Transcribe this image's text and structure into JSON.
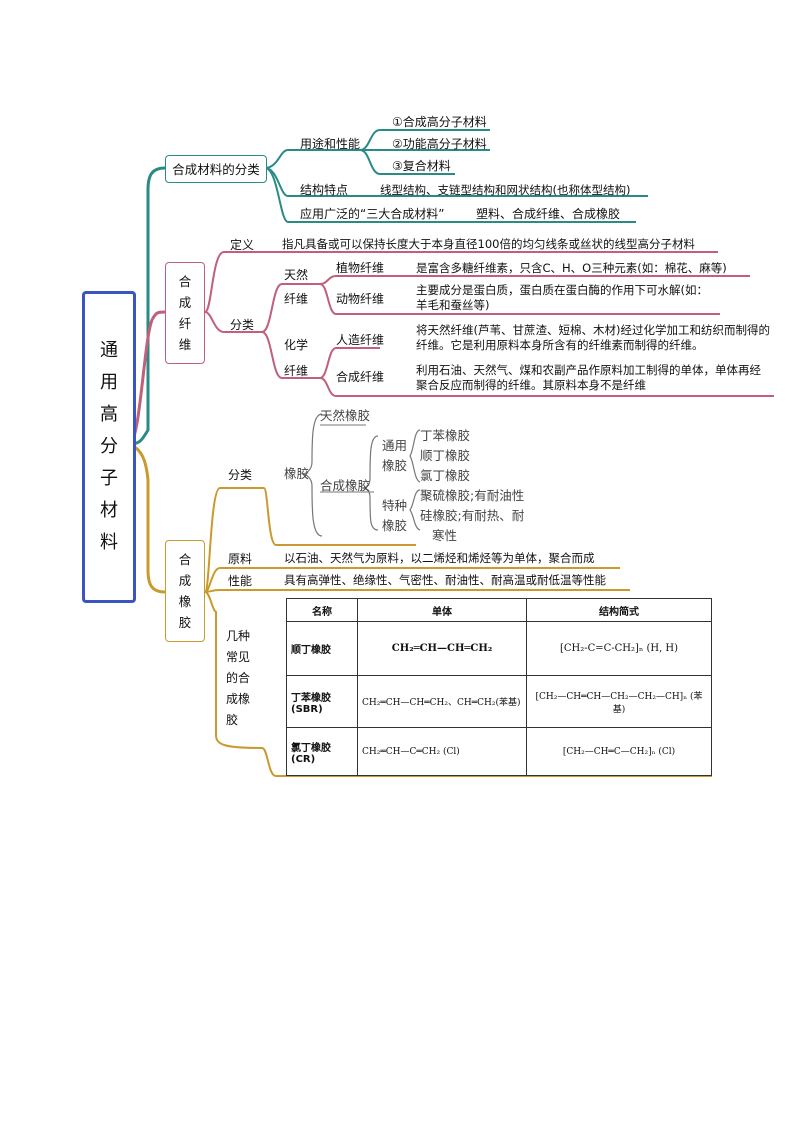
{
  "root": {
    "title_chars": [
      "通",
      "用",
      "高",
      "分",
      "子",
      "材",
      "料"
    ]
  },
  "colors": {
    "teal": "#2a8a85",
    "pink": "#c0607a",
    "gold": "#c99a2e",
    "root_border": "#3a55c0"
  },
  "synthetic_classification": {
    "label": "合成材料的分类",
    "usage_label": "用途和性能",
    "usage_items": [
      "①合成高分子材料",
      "②功能高分子材料",
      "③复合材料"
    ],
    "structure_label": "结构特点",
    "structure_text": "线型结构、支链型结构和网状结构(也称体型结构)",
    "widely_label": "应用广泛的“三大合成材料”",
    "widely_text": "塑料、合成纤维、合成橡胶"
  },
  "fiber": {
    "label_chars": [
      "合",
      "成",
      "纤",
      "维"
    ],
    "definition_label": "定义",
    "definition_text": "指凡具备或可以保持长度大于本身直径100倍的均匀线条或丝状的线型高分子材料",
    "classification_label": "分类",
    "natural_label_1": "天然",
    "natural_label_2": "纤维",
    "plant_label": "植物纤维",
    "plant_text": "是富含多糖纤维素，只含C、H、O三种元素(如：棉花、麻等)",
    "animal_label": "动物纤维",
    "animal_text": "主要成分是蛋白质，蛋白质在蛋白酶的作用下可水解(如：羊毛和蚕丝等)",
    "chemical_label_1": "化学",
    "chemical_label_2": "纤维",
    "artificial_label": "人造纤维",
    "artificial_text": "将天然纤维(芦苇、甘蔗渣、短棉、木材)经过化学加工和纺织而制得的纤维。它是利用原料本身所含有的纤维素而制得的纤维。",
    "synthetic_label": "合成纤维",
    "synthetic_text": "利用石油、天然气、煤和农副产品作原料加工制得的单体，单体再经聚合反应而制得的纤维。其原料本身不是纤维"
  },
  "rubber": {
    "label_chars": [
      "合",
      "成",
      "橡",
      "胶"
    ],
    "classification_label": "分类",
    "rubber_word": "橡胶",
    "natural_rubber": "天然橡胶",
    "synthetic_rubber": "合成橡胶",
    "general_label_1": "通用",
    "general_label_2": "橡胶",
    "general_items": [
      "丁苯橡胶",
      "顺丁橡胶",
      "氯丁橡胶"
    ],
    "special_label_1": "特种",
    "special_label_2": "橡胶",
    "special_items": [
      "聚硫橡胶;有耐油性",
      "硅橡胶;有耐热、耐",
      "寒性"
    ],
    "raw_label": "原料",
    "raw_text": "以石油、天然气为原料，以二烯烃和烯烃等为单体，聚合而成",
    "property_label": "性能",
    "property_text": "具有高弹性、绝缘性、气密性、耐油性、耐高温或耐低温等性能",
    "common_label_chars": [
      "几种",
      "常见",
      "的合",
      "成橡",
      "胶"
    ],
    "table_headers": [
      "名称",
      "单体",
      "结构简式"
    ],
    "table_rows": [
      {
        "name": "顺丁橡胶",
        "monomer": "CH₂═CH—CH═CH₂",
        "structure": "[CH₂-C=C-CH₂]ₙ (H, H)"
      },
      {
        "name": "丁苯橡胶(SBR)",
        "monomer": "CH₂═CH—CH═CH₂、CH═CH₂(苯基)",
        "structure": "[CH₂—CH═CH—CH₂—CH₂—CH]ₙ (苯基)"
      },
      {
        "name": "氯丁橡胶(CR)",
        "monomer": "CH₂═CH—C═CH₂ (Cl)",
        "structure": "[CH₂—CH═C—CH₂]ₙ (Cl)"
      }
    ]
  }
}
